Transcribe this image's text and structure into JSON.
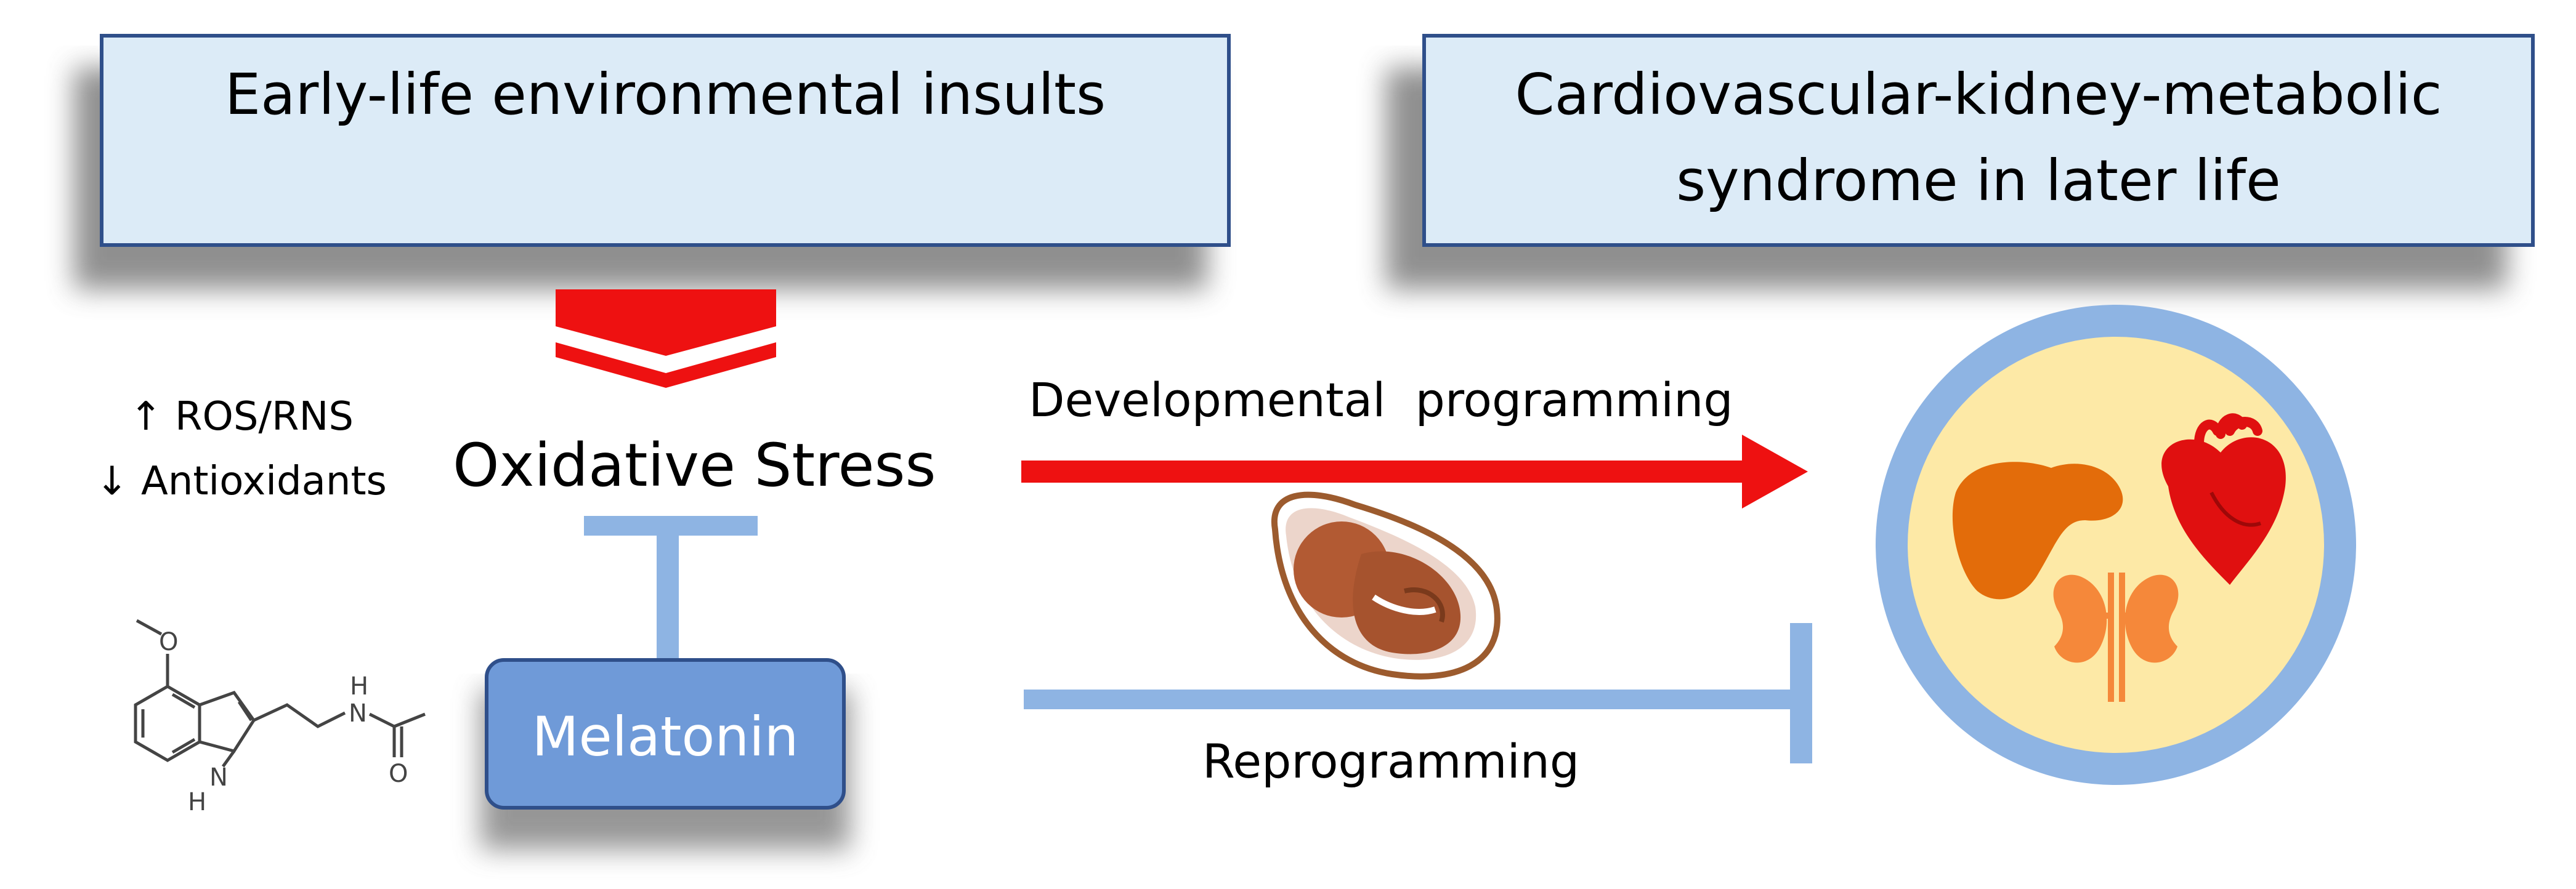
{
  "boxes": {
    "left_title": "Early-life environmental insults",
    "right_title_line1": "Cardiovascular-kidney-metabolic",
    "right_title_line2": "syndrome in later life"
  },
  "labels": {
    "ros_rns": "↑ ROS/RNS",
    "antioxidants": "↓ Antioxidants",
    "oxidative_stress": "Oxidative Stress",
    "developmental_programming": "Developmental  programming",
    "reprogramming": "Reprogramming",
    "melatonin": "Melatonin"
  },
  "molecule_atoms": {
    "oxygen_methoxy": "O",
    "nitrogen_amide": "N",
    "hydrogen_amide": "H",
    "oxygen_carbonyl": "O",
    "nitrogen_ring": "N",
    "hydrogen_ring": "H"
  },
  "colors": {
    "box_fill": "#dcebf7",
    "box_border": "#2f4f8a",
    "red": "#ee1111",
    "inhibit_blue": "#8eb4e3",
    "melatonin_fill": "#6f9ad8",
    "circle_ring": "#8eb4e3",
    "circle_fill": "#fde9a6",
    "liver": "#e36c0a",
    "heart": "#e01010",
    "kidney": "#f5883a"
  }
}
